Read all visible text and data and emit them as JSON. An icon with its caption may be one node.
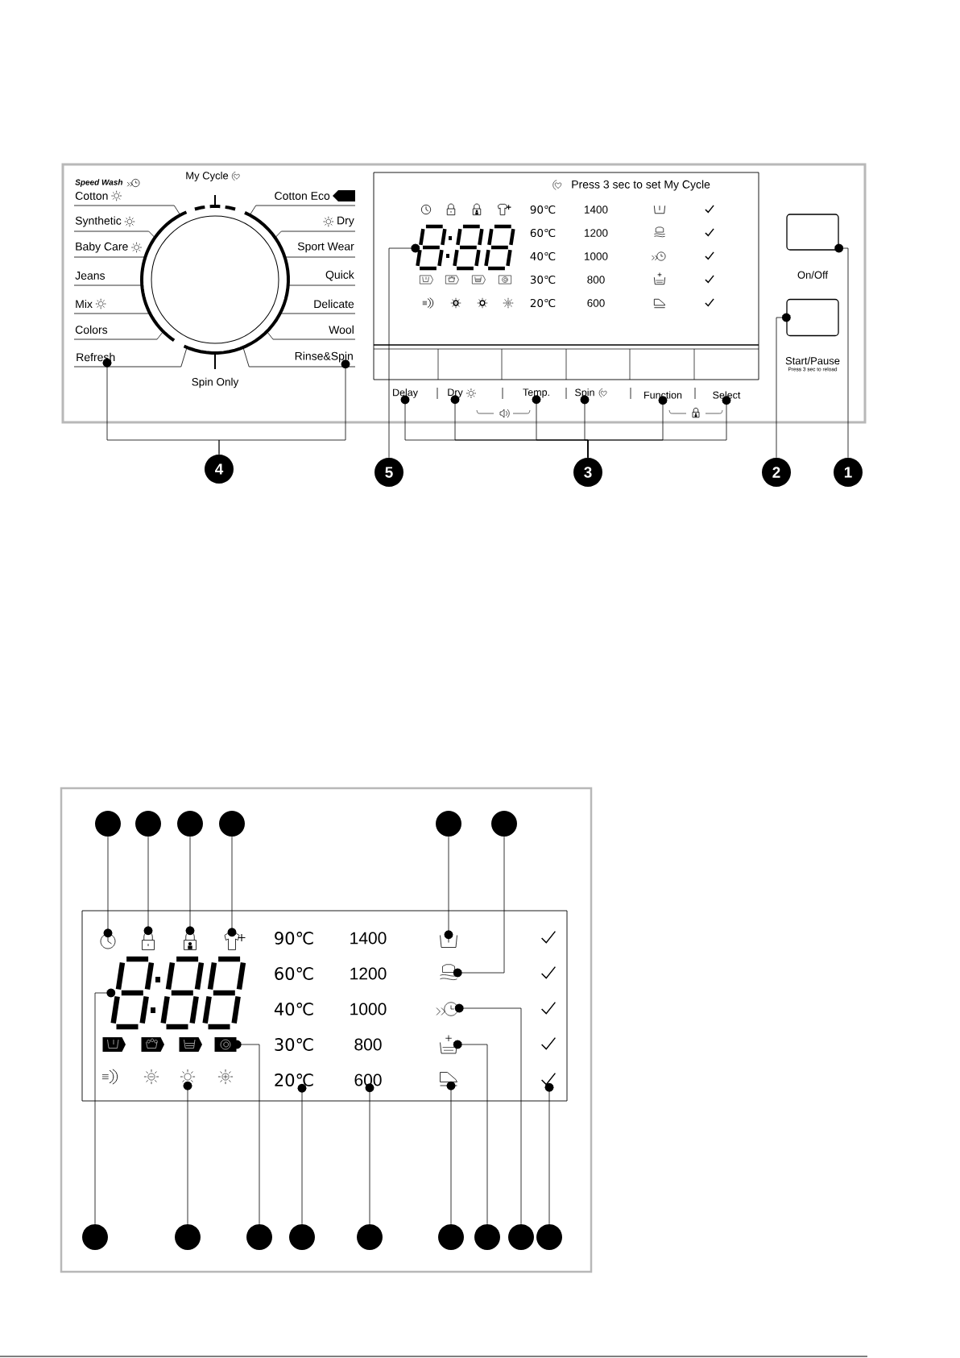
{
  "diagram": {
    "nodes": [
      {
        "text": [
          "Refresh"
        ]
      },
      {
        "text": [
          "Rinse&Spin"
        ]
      },
      {
        "text": [
          "Delay"
        ]
      },
      {
        "text": [
          "Dry"
        ]
      },
      {
        "text": [
          "Temp."
        ]
      },
      {
        "text": [
          "Spin"
        ]
      },
      {
        "text": [
          "Function"
        ]
      },
      {
        "text": [
          "Select"
        ]
      },
      {
        "text": [
          "On/Off"
        ]
      },
      {
        "text": [
          "Start/Pause"
        ]
      },
      {
        "text": [
          "4"
        ]
      },
      {
        "text": [
          "5"
        ]
      },
      {
        "text": [
          "3"
        ]
      },
      {
        "text": [
          "2"
        ]
      },
      {
        "text": [
          "1"
        ]
      },
      {
        "text": [],
        "shape": "circle"
      },
      {
        "text": [],
        "shape": "circle"
      },
      {
        "text": [],
        "shape": "circle"
      },
      {
        "text": [],
        "shape": "circle"
      },
      {
        "text": [],
        "shape": "circle"
      },
      {
        "text": [],
        "shape": "circle"
      },
      {
        "text": [],
        "shape": "circle"
      },
      {
        "text": [],
        "shape": "circle"
      },
      {
        "text": [],
        "shape": "circle"
      },
      {
        "text": [],
        "shape": "circle"
      },
      {
        "text": [],
        "shape": "circle"
      },
      {
        "text": [],
        "shape": "circle"
      },
      {
        "text": [],
        "shape": "circle"
      },
      {
        "text": [],
        "shape": "circle"
      },
      {
        "text": [],
        "shape": "circle"
      },
      {
        "text": [],
        "shape": "display"
      },
      {
        "text": [],
        "shape": "icon"
      },
      {
        "text": [],
        "shape": "icon"
      },
      {
        "text": [],
        "shape": "icon"
      },
      {
        "text": [],
        "shape": "icon"
      },
      {
        "text": [],
        "shape": "icon"
      },
      {
        "text": [],
        "shape": "icon"
      },
      {
        "text": [],
        "shape": "display"
      },
      {
        "text": [],
        "shape": "icon"
      },
      {
        "text": [],
        "shape": "icon"
      },
      {
        "text": [
          "20℃"
        ]
      },
      {
        "text": [
          "600"
        ]
      },
      {
        "text": [],
        "shape": "icon"
      },
      {
        "text": [],
        "shape": "icon"
      },
      {
        "text": [],
        "shape": "icon"
      },
      {
        "text": [],
        "shape": "icon"
      }
    ],
    "edges": [
      {
        "from": 10,
        "to": 0,
        "arrow": "other"
      },
      {
        "from": 10,
        "to": 1,
        "arrow": "other"
      },
      {
        "from": 11,
        "to": 30,
        "arrow": "other"
      },
      {
        "from": 12,
        "to": 2,
        "arrow": "other"
      },
      {
        "from": 12,
        "to": 3,
        "arrow": "other"
      },
      {
        "from": 12,
        "to": 4,
        "arrow": "other"
      },
      {
        "from": 12,
        "to": 5,
        "arrow": "other"
      },
      {
        "from": 12,
        "to": 6,
        "arrow": "other"
      },
      {
        "from": 12,
        "to": 7,
        "arrow": "other"
      },
      {
        "from": 13,
        "to": 9,
        "arrow": "other"
      },
      {
        "from": 14,
        "to": 8,
        "arrow": "other"
      },
      {
        "from": 15,
        "to": 31,
        "arrow": "other"
      },
      {
        "from": 16,
        "to": 32,
        "arrow": "other"
      },
      {
        "from": 17,
        "to": 33,
        "arrow": "other"
      },
      {
        "from": 18,
        "to": 34,
        "arrow": "other"
      },
      {
        "from": 19,
        "to": 35,
        "arrow": "other"
      },
      {
        "from": 20,
        "to": 36,
        "arrow": "other"
      },
      {
        "from": 21,
        "to": 37,
        "arrow": "other"
      },
      {
        "from": 22,
        "to": 38,
        "arrow": "other"
      },
      {
        "from": 23,
        "to": 39,
        "arrow": "other"
      },
      {
        "from": 24,
        "to": 40,
        "arrow": "other"
      },
      {
        "from": 25,
        "to": 41,
        "arrow": "other"
      },
      {
        "from": 26,
        "to": 42,
        "arrow": "other"
      },
      {
        "from": 27,
        "to": 43,
        "arrow": "other"
      },
      {
        "from": 28,
        "to": 44,
        "arrow": "other"
      },
      {
        "from": 29,
        "to": 45,
        "arrow": "other"
      }
    ],
    "labels": [
      "Speed Wash",
      "My Cycle",
      "Cotton",
      "Cotton Eco",
      "Synthetic",
      "Dry",
      "Baby Care",
      "Sport Wear",
      "Jeans",
      "Quick",
      "Mix",
      "Delicate",
      "Colors",
      "Wool",
      "Spin Only",
      "Press 3 sec to set My Cycle",
      "90℃",
      "1400",
      "60℃",
      "1200",
      "40℃",
      "1000",
      "30℃",
      "800",
      "20℃",
      "600",
      "Press 3 sec to reload",
      "90℃",
      "1400",
      "60℃",
      "1200",
      "40℃",
      "1000",
      "30℃",
      "800"
    ]
  }
}
